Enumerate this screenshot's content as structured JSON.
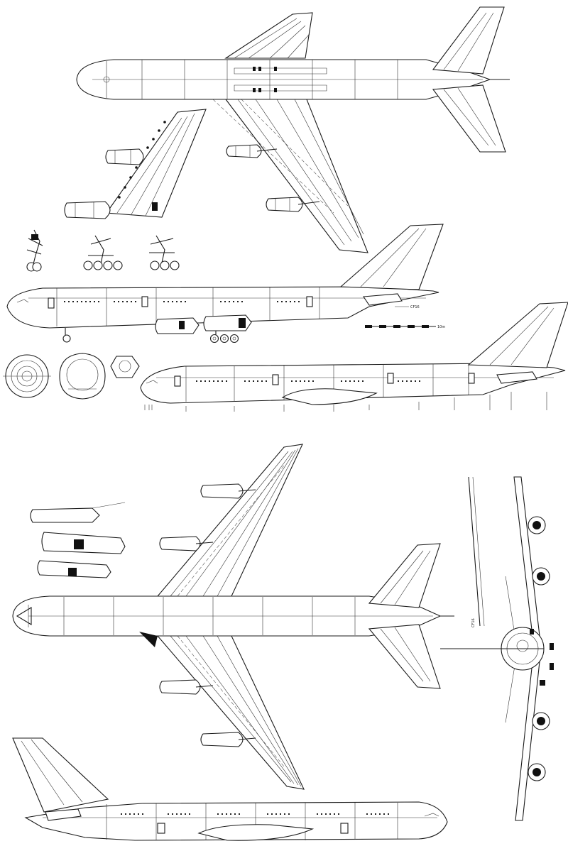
{
  "drawing": {
    "views": [
      "top-view-upper",
      "left-side-view-gear-down",
      "left-side-view-gear-up",
      "top-view-lower",
      "front-view",
      "right-side-view"
    ]
  },
  "scale_bar": {
    "label": "10m"
  },
  "side_view_marker": {
    "label": "CF16"
  },
  "front_view_marker": {
    "label": "CF16"
  }
}
